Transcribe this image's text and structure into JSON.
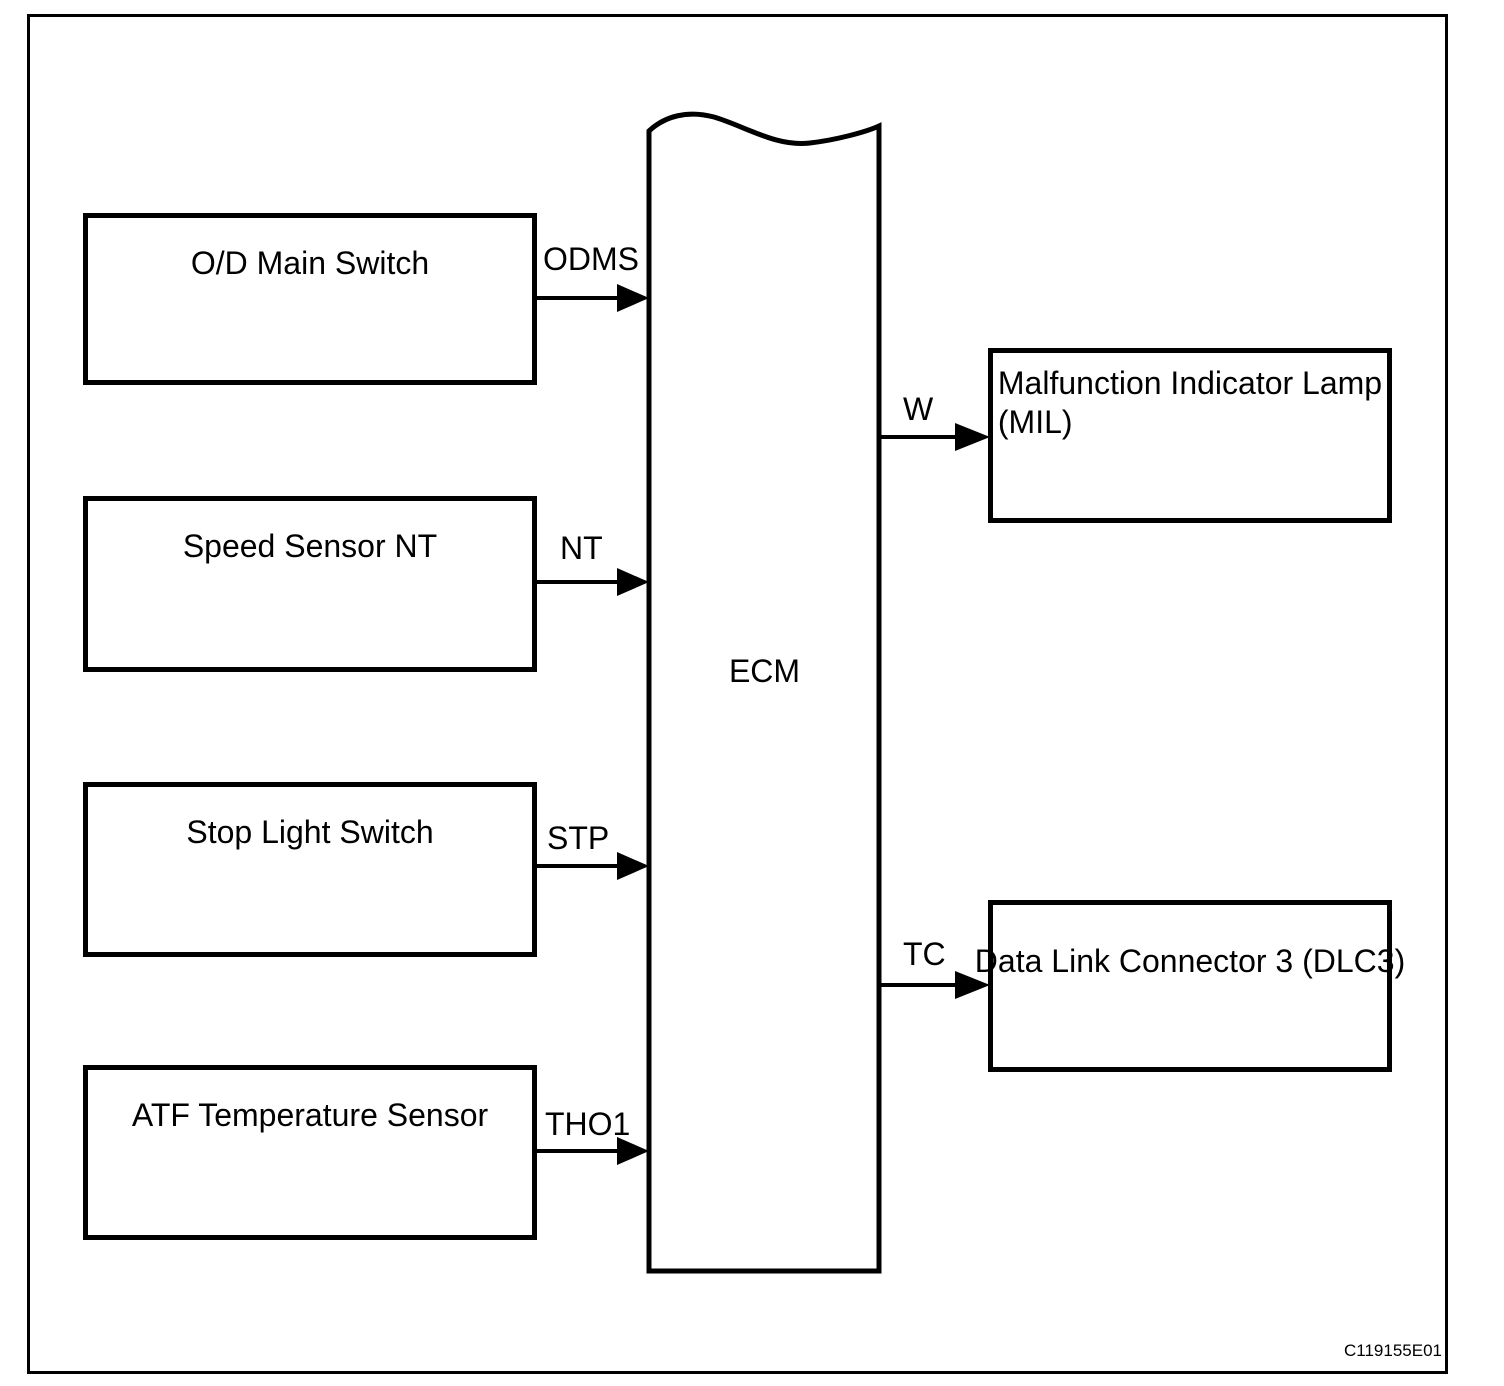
{
  "diagram": {
    "ecm_label": "ECM",
    "inputs": [
      {
        "label": "O/D Main Switch",
        "signal": "ODMS"
      },
      {
        "label": "Speed Sensor NT",
        "signal": "NT"
      },
      {
        "label": "Stop Light Switch",
        "signal": "STP"
      },
      {
        "label": "ATF Temperature Sensor",
        "signal": "THO1"
      }
    ],
    "outputs": [
      {
        "label": "Malfunction Indicator Lamp (MIL)",
        "lines": [
          "Malfunction Indicator Lamp",
          "(MIL)"
        ],
        "signal": "W"
      },
      {
        "label": "Data Link Connector 3 (DLC3)",
        "lines": [
          "Data Link Connector 3 (DLC3)"
        ],
        "signal": "TC"
      }
    ],
    "figure_code": "C119155E01",
    "colors": {
      "line": "#000000",
      "background": "#ffffff"
    }
  }
}
